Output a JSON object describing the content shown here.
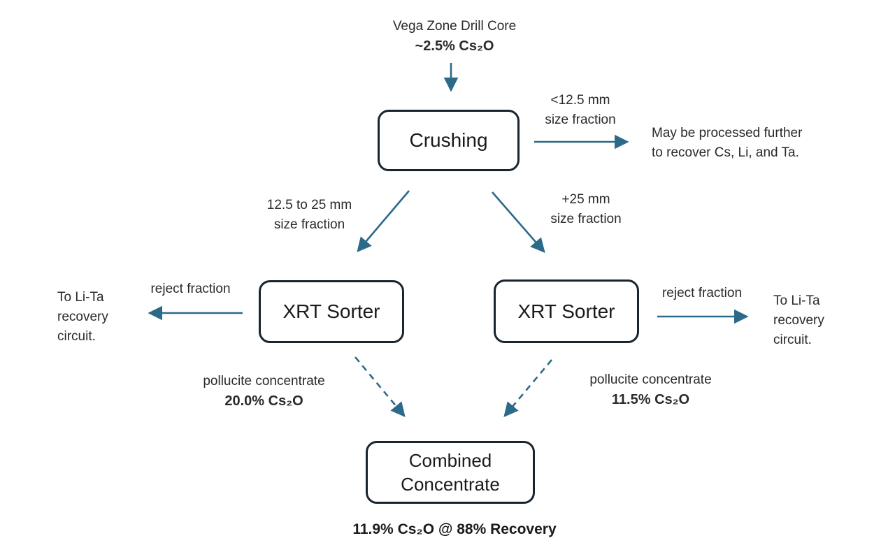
{
  "colors": {
    "arrow": "#2C6A8A",
    "border": "#18242F",
    "text": "#222222"
  },
  "nodes": {
    "source": {
      "title": "Vega Zone Drill Core",
      "grade": "~2.5% Cs₂O"
    },
    "crushing": {
      "label": "Crushing"
    },
    "xrt_left": {
      "label": "XRT Sorter"
    },
    "xrt_right": {
      "label": "XRT Sorter"
    },
    "combined": {
      "line1": "Combined",
      "line2": "Concentrate"
    }
  },
  "edges": {
    "fines": {
      "line1": "<12.5 mm",
      "line2": "size fraction"
    },
    "mid": {
      "line1": "12.5 to 25 mm",
      "line2": "size fraction"
    },
    "coarse": {
      "line1": "+25 mm",
      "line2": "size fraction"
    },
    "reject_left": {
      "label": "reject fraction"
    },
    "reject_right": {
      "label": "reject fraction"
    },
    "conc_left": {
      "line1": "pollucite concentrate",
      "line2": "20.0% Cs₂O"
    },
    "conc_right": {
      "line1": "pollucite concentrate",
      "line2": "11.5% Cs₂O"
    }
  },
  "notes": {
    "fines_note_line1": "May be processed further",
    "fines_note_line2": "to recover Cs, Li, and Ta.",
    "reject_dest_left": "To Li-Ta recovery circuit.",
    "reject_dest_right": "To Li-Ta recovery circuit.",
    "result": "11.9% Cs₂O @ 88% Recovery"
  }
}
